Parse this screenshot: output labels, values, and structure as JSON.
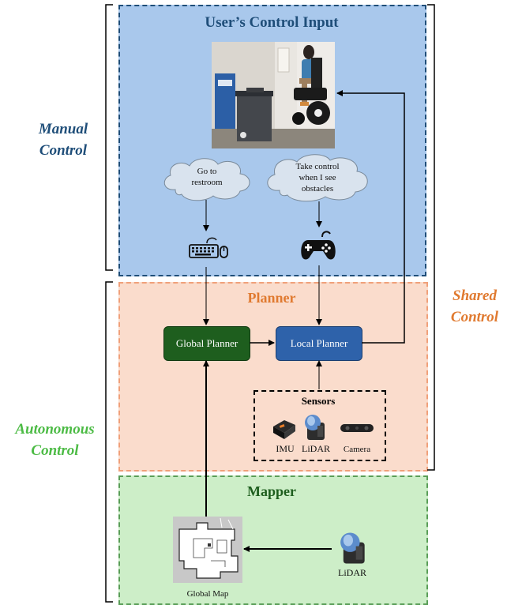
{
  "user_input": {
    "title": "User’s Control Input",
    "cloud_left": [
      "Go to",
      "restroom"
    ],
    "cloud_right": [
      "Take control",
      "when I see",
      "obstacles"
    ],
    "keyboard_icon": "keyboard-mouse-icon",
    "gamepad_icon": "gamepad-icon"
  },
  "planner": {
    "title": "Planner",
    "global_planner": "Global Planner",
    "local_planner": "Local Planner",
    "global_color": "#1e5e1e",
    "local_color": "#2e62aa"
  },
  "sensors": {
    "title": "Sensors",
    "items": [
      "IMU",
      "LiDAR",
      "Camera"
    ]
  },
  "mapper": {
    "title": "Mapper",
    "global_map_label": "Global Map",
    "lidar_label": "LiDAR"
  },
  "side_labels": {
    "manual": [
      "Manual",
      "Control"
    ],
    "shared": [
      "Shared",
      "Control"
    ],
    "autonomous": [
      "Autonomous",
      "Control"
    ]
  },
  "colors": {
    "user_bg": "#a9c8ec",
    "planner_bg": "#fadccc",
    "mapper_bg": "#cdeec8",
    "manual_text": "#1f4e79",
    "shared_text": "#e07a30",
    "autonomous_text": "#4cbb45"
  }
}
